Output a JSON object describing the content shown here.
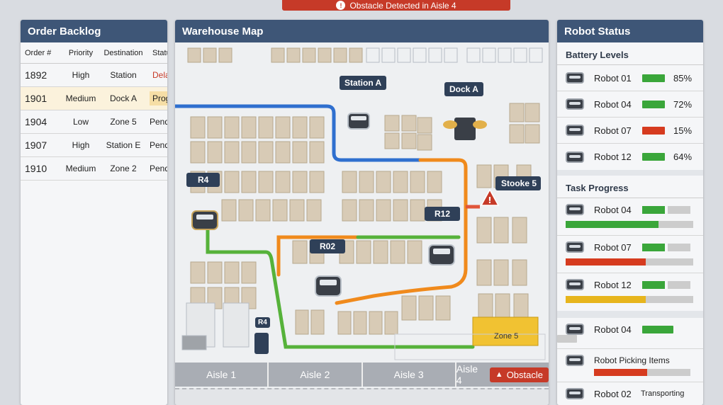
{
  "alert": {
    "text": "Obstacle Detected in Aisle 4"
  },
  "backlog": {
    "title": "Order Backlog",
    "columns": [
      "Order #",
      "Priority",
      "Destination",
      "Status"
    ],
    "rows": [
      [
        "1892",
        "High",
        "Station",
        "Delayed"
      ],
      [
        "1901",
        "Medium",
        "Dock A",
        "Progress"
      ],
      [
        "1904",
        "Low",
        "Zone 5",
        "Pending"
      ],
      [
        "1907",
        "High",
        "Station E",
        "Pending"
      ],
      [
        "1910",
        "Medium",
        "Zone 2",
        "Pending"
      ]
    ]
  },
  "map": {
    "title": "Warehouse Map",
    "labels": {
      "station_a": "Station A",
      "dock_a": "Dock A",
      "r4_top": "R4",
      "r12": "R12",
      "r02": "R02",
      "r4_small": "R4",
      "stooke": "Stooke 5",
      "zone5": "Zone 5"
    },
    "aisles": [
      "Aisle 1",
      "Aisle 2",
      "Aisle 3",
      "Aisle 4"
    ],
    "obstacle_label": "Obstacle",
    "colors": {
      "blue": "#2f6fcf",
      "orange": "#f08a1c",
      "green": "#56b23a",
      "alert": "#c63a28"
    }
  },
  "status": {
    "title": "Robot Status",
    "battery_title": "Battery Levels",
    "battery": [
      {
        "name": "Robot 01",
        "pct": "85%",
        "color": "#3aa63a"
      },
      {
        "name": "Robot 04",
        "pct": "72%",
        "color": "#3aa63a"
      },
      {
        "name": "Robot 07",
        "pct": "15%",
        "color": "#d63b1f"
      },
      {
        "name": "Robot 12",
        "pct": "64%",
        "color": "#3aa63a"
      }
    ],
    "task_title": "Task Progress",
    "tasks": [
      {
        "name": "Robot 04",
        "progress": 0.73,
        "color": "#3aa63a"
      },
      {
        "name": "Robot 07",
        "progress": 0.63,
        "color": "#d63b1f"
      },
      {
        "name": "Robot 12",
        "progress": 0.63,
        "color": "#e7b51d"
      }
    ],
    "bottom": [
      {
        "name": "Robot 04",
        "note": ""
      },
      {
        "name": "Robot Picking Items",
        "note": ""
      },
      {
        "name": "Robot 02",
        "note": "Transporting"
      }
    ]
  }
}
